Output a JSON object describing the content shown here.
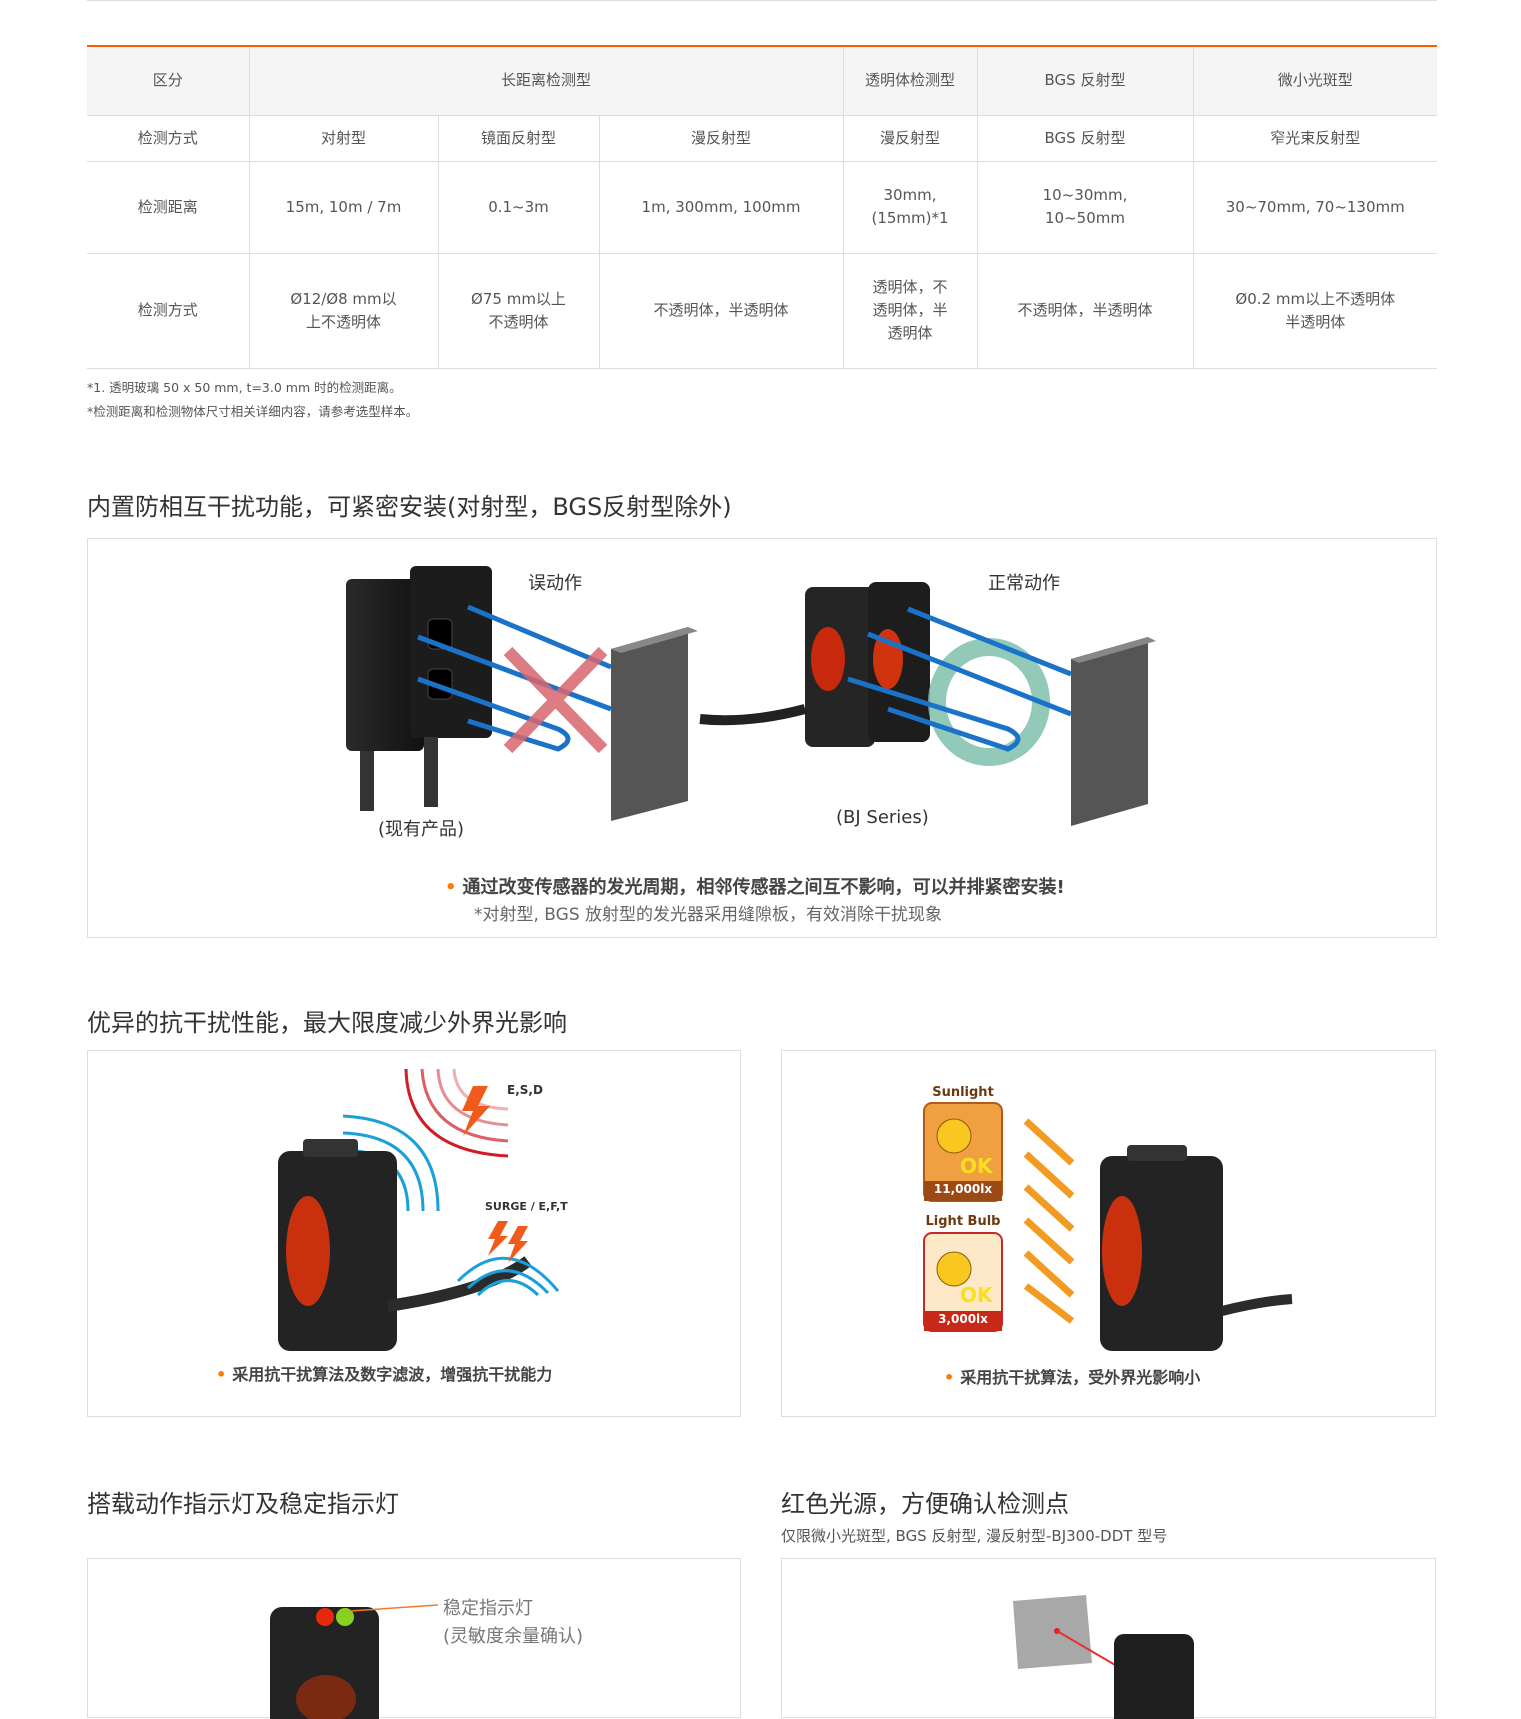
{
  "table": {
    "header": [
      "区分",
      "长距离检测型",
      "透明体检测型",
      "BGS 反射型",
      "微小光斑型"
    ],
    "rows": [
      {
        "label": "检测方式",
        "cells": [
          "对射型",
          "镜面反射型",
          "漫反射型",
          "漫反射型",
          "BGS 反射型",
          "窄光束反射型"
        ]
      },
      {
        "label": "检测距离",
        "cells": [
          "15m, 10m / 7m",
          "0.1~3m",
          "1m, 300mm, 100mm",
          "30mm, (15mm)*1",
          "10~30mm, 10~50mm",
          "30~70mm, 70~130mm"
        ]
      },
      {
        "label": "检测方式",
        "cells": [
          "Ø12/Ø8 mm以上不透明体",
          "Ø75 mm以上不透明体",
          "不透明体，半透明体",
          "透明体，不透明体，半透明体",
          "不透明体，半透明体",
          "Ø0.2 mm以上不透明体 半透明体"
        ]
      }
    ],
    "notes": [
      "*1. 透明玻璃 50 x 50 mm, t=3.0 mm 时的检测距离。",
      "*检测距离和检测物体尺寸相关详细内容，请参考选型样本。"
    ]
  },
  "section1": {
    "title": "内置防相互干扰功能，可紧密安装(对射型，BGS反射型除外)",
    "label_wrong": "误动作",
    "label_normal": "正常动作",
    "label_existing": "(现有产品)",
    "label_bj": "(BJ Series)",
    "caption": "通过改变传感器的发光周期，相邻传感器之间互不影响，可以并排紧密安装!",
    "note": "*对射型, BGS 放射型的发光器采用缝隙板，有效消除干扰现象"
  },
  "section2": {
    "title": "优异的抗干扰性能，最大限度减少外界光影响",
    "left": {
      "esd": "E,S,D",
      "surge": "SURGE / E,F,T",
      "caption": "采用抗干扰算法及数字滤波，增强抗干扰能力"
    },
    "right": {
      "sunlight": "Sunlight",
      "sunlight_ok": "OK",
      "sunlight_lux": "11,000lx",
      "bulb": "Light Bulb",
      "bulb_ok": "OK",
      "bulb_lux": "3,000lx",
      "caption": "采用抗干扰算法，受外界光影响小"
    }
  },
  "section3": {
    "title": "搭载动作指示灯及稳定指示灯",
    "indicator_label": "稳定指示灯",
    "indicator_sub": "(灵敏度余量确认)"
  },
  "section4": {
    "title": "红色光源，方便确认检测点",
    "subtitle": "仅限微小光斑型, BGS 反射型, 漫反射型-BJ300-DDT 型号"
  }
}
